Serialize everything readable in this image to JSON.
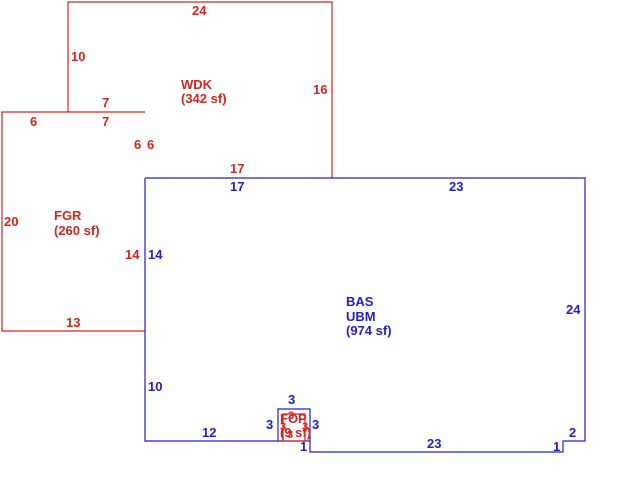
{
  "colors": {
    "red": "#d9231f",
    "blue": "#1f1fd1",
    "background": "#ffffff"
  },
  "areas": {
    "wdk": {
      "code": "WDK",
      "area": "(342 sf)"
    },
    "fgr": {
      "code": "FGR",
      "area": "(260 sf)"
    },
    "bas": {
      "code": "BAS",
      "code2": "UBM",
      "area": "(974 sf)"
    },
    "fop": {
      "code": "FOP",
      "area": "(9 sf)"
    }
  },
  "dimensions": {
    "wdk_top": "24",
    "wdk_left": "10",
    "wdk_right": "16",
    "wdk_step_top": "7",
    "wdk_step_bottom": "7",
    "wdk_inner_right": "6",
    "wdk_bottom": "17",
    "fgr_top": "6",
    "fgr_left": "20",
    "fgr_right_red": "6",
    "fgr_right_long": "14",
    "fgr_bottom": "13",
    "bas_top_left": "17",
    "bas_top": "23",
    "bas_left_upper": "14",
    "bas_right": "24",
    "bas_left_lower": "10",
    "bas_bottom_left": "12",
    "bas_bottom_right": "23",
    "bas_step_small": "1",
    "bas_step_right": "1",
    "bas_right_lower": "2",
    "fop_top": "3",
    "fop_left": "3",
    "fop_right": "3",
    "fop_inner_left": "3",
    "fop_inner_right": "3",
    "fop_inner_top": "3",
    "fop_bottom_red": "3",
    "fop_bottom": "1"
  }
}
